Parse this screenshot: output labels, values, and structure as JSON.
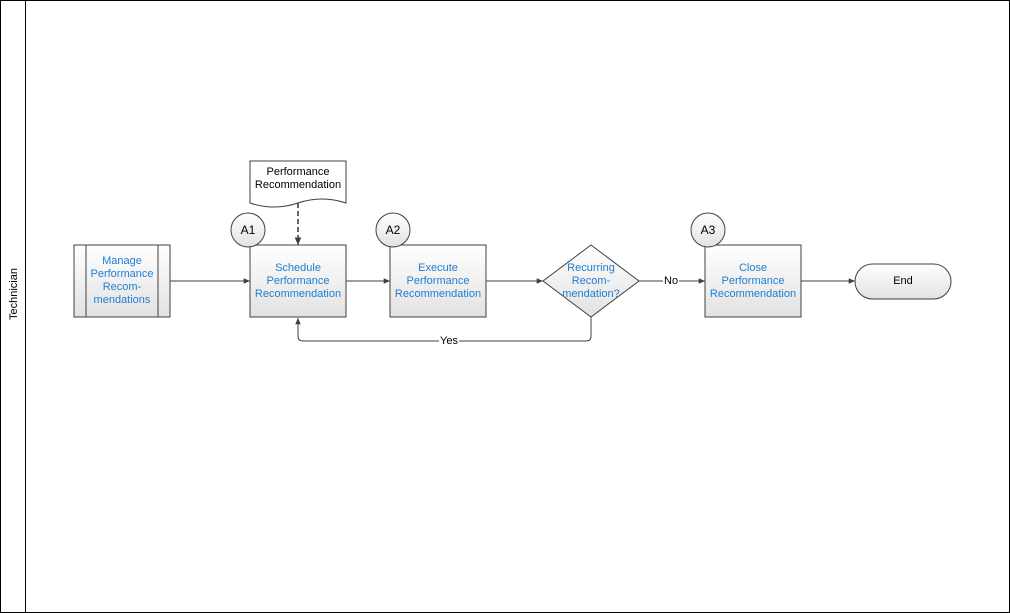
{
  "lane": {
    "label": "Technician"
  },
  "nodes": {
    "manage": {
      "label": "Manage\nPerformance\nRecom-\nmendations"
    },
    "schedule": {
      "label": "Schedule\nPerformance\nRecommendation"
    },
    "execute": {
      "label": "Execute\nPerformance\nRecommendation"
    },
    "decision": {
      "label": "Recurring\nRecom-\nmendation?"
    },
    "close": {
      "label": "Close\nPerformance\nRecommendation"
    },
    "end": {
      "label": "End"
    },
    "document": {
      "label": "Performance\nRecommendation"
    }
  },
  "markers": {
    "a1": "A1",
    "a2": "A2",
    "a3": "A3"
  },
  "edges": {
    "yes": "Yes",
    "no": "No"
  },
  "colors": {
    "link_text": "#1f7ed0",
    "shape_fill_top": "#ffffff",
    "shape_fill_bottom": "#e4e4e4",
    "stroke": "#404040"
  }
}
